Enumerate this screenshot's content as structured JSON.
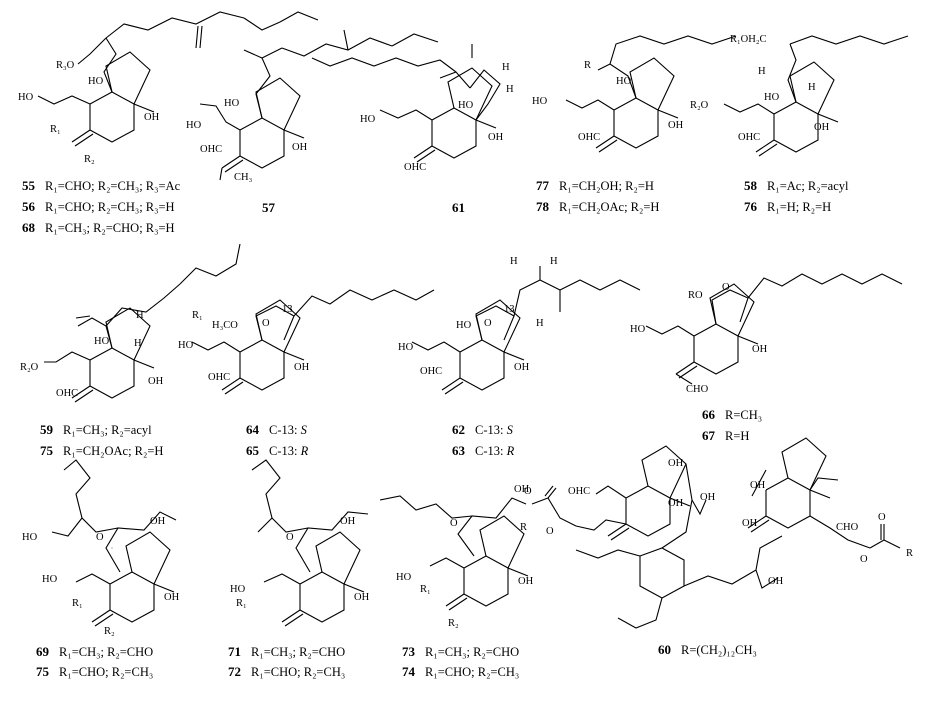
{
  "compounds": {
    "c55": {
      "num": "55",
      "label": "R₁=CHO; R₂=CH₃; R₃=Ac"
    },
    "c56": {
      "num": "56",
      "label": "R₁=CHO; R₂=CH₃; R₃=H"
    },
    "c68": {
      "num": "68",
      "label": "R₁=CH₃; R₂=CHO; R₃=H"
    },
    "c57": {
      "num": "57"
    },
    "c61": {
      "num": "61"
    },
    "c77": {
      "num": "77",
      "label": "R₁=CH₂OH; R₂=H"
    },
    "c78": {
      "num": "78",
      "label": "R₁=CH₂OAc; R₂=H"
    },
    "c58": {
      "num": "58",
      "label": "R₁=Ac; R₂=acyl"
    },
    "c76": {
      "num": "76",
      "label": "R₁=H; R₂=H"
    },
    "c59": {
      "num": "59",
      "label": "R₁=CH₃; R₂=acyl"
    },
    "c75a": {
      "num": "75",
      "label": "R₁=CH₂OAc; R₂=H"
    },
    "c64": {
      "num": "64",
      "prefix": "C-13: ",
      "config": "S"
    },
    "c65": {
      "num": "65",
      "prefix": "C-13: ",
      "config": "R"
    },
    "c62": {
      "num": "62",
      "prefix": "C-13: ",
      "config": "S"
    },
    "c63": {
      "num": "63",
      "prefix": "C-13: ",
      "config": "R"
    },
    "c66": {
      "num": "66",
      "label": "R=CH₃"
    },
    "c67": {
      "num": "67",
      "label": "R=H"
    },
    "c69": {
      "num": "69",
      "label": "R₁=CH₃; R₂=CHO"
    },
    "c75b": {
      "num": "75",
      "label": "R₁=CHO; R₂=CH₃"
    },
    "c71": {
      "num": "71",
      "label": "R₁=CH₃; R₂=CHO"
    },
    "c72": {
      "num": "72",
      "label": "R₁=CHO; R₂=CH₃"
    },
    "c73": {
      "num": "73",
      "label": "R₁=CH₃; R₂=CHO"
    },
    "c74": {
      "num": "74",
      "label": "R₁=CHO; R₂=CH₃"
    },
    "c60": {
      "num": "60",
      "label": "R=(CH₂)₁₂CH₃"
    }
  },
  "atoms": {
    "HO": "HO",
    "OH": "OH",
    "OHC": "OHC",
    "CHO": "CHO",
    "O": "O",
    "H": "H",
    "R": "R",
    "R1": "R₁",
    "R2": "R₂",
    "R3O": "R₃O",
    "R2O": "R₂O",
    "R1OH2C": "R₁OH₂C",
    "RO": "RO",
    "H3CO": "H₃CO",
    "CH3": "CH₃",
    "n13": "13"
  }
}
